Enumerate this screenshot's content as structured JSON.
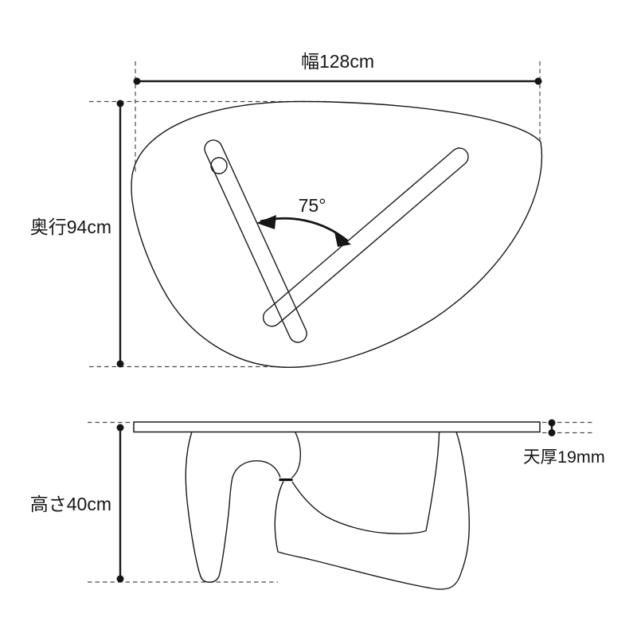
{
  "colors": {
    "background": "#ffffff",
    "line": "#1a1a1a",
    "dash": "#4a4a4a"
  },
  "top_view": {
    "width_label": "幅128cm",
    "width_value_cm": 128,
    "depth_label": "奥行94cm",
    "depth_value_cm": 94,
    "leg_angle_label": "75°",
    "leg_angle_deg": 75
  },
  "side_view": {
    "height_label": "高さ40cm",
    "height_value_cm": 40,
    "top_thickness_label": "天厚19mm",
    "top_thickness_value_mm": 19
  }
}
